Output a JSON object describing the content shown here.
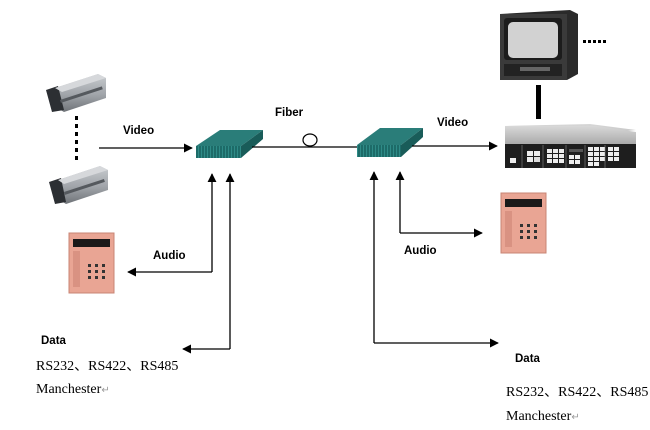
{
  "diagram": {
    "type": "fiber-optic video/audio/data transmission system",
    "nodes": {
      "camera_top": {
        "label": "",
        "icon": "cctv-camera"
      },
      "camera_bottom": {
        "label": "",
        "icon": "cctv-camera"
      },
      "camera_ellipsis": {
        "icon": "vertical-dots"
      },
      "transmitter": {
        "label": "",
        "icon": "fiber-optic-transmitter"
      },
      "receiver": {
        "label": "",
        "icon": "fiber-optic-receiver"
      },
      "monitor": {
        "label": "",
        "icon": "crt-monitor"
      },
      "monitor_ellipsis": {
        "icon": "horizontal-dots"
      },
      "matrix_controller": {
        "label": "",
        "icon": "video-matrix-controller"
      },
      "intercom_left": {
        "label": "",
        "icon": "audio-intercom-panel"
      },
      "intercom_right": {
        "label": "",
        "icon": "audio-intercom-panel"
      },
      "fiber_coil": {
        "icon": "fiber-loop"
      }
    },
    "labels": {
      "video_left": "Video",
      "fiber": "Fiber",
      "video_right": "Video",
      "audio_left": "Audio",
      "audio_right": "Audio",
      "data_left": "Data",
      "data_right": "Data",
      "protocols_left": "RS232、RS422、RS485",
      "manchester_left": "Manchester",
      "protocols_right": "RS232、RS422、RS485",
      "manchester_right": "Manchester",
      "return_mark": "↵"
    },
    "edges": [
      {
        "from": "camera",
        "to": "transmitter",
        "label": "Video",
        "direction": "forward"
      },
      {
        "from": "transmitter",
        "to": "receiver",
        "label": "Fiber",
        "direction": "none"
      },
      {
        "from": "receiver",
        "to": "matrix_controller",
        "label": "Video",
        "direction": "forward"
      },
      {
        "from": "matrix_controller",
        "to": "monitor",
        "label": "",
        "direction": "none"
      },
      {
        "from": "intercom_left",
        "to": "transmitter",
        "label": "Audio",
        "direction": "bidirectional"
      },
      {
        "from": "data_left",
        "to": "transmitter",
        "label": "Data",
        "direction": "bidirectional"
      },
      {
        "from": "receiver",
        "to": "intercom_right",
        "label": "Audio",
        "direction": "bidirectional"
      },
      {
        "from": "receiver",
        "to": "data_right",
        "label": "Data",
        "direction": "bidirectional"
      }
    ],
    "colors": {
      "device_teal": "#1f6f6c",
      "device_teal_top": "#2a8a86",
      "intercom_pink": "#e8a08e",
      "camera_gray": "#a9adb2",
      "line": "#000000"
    }
  }
}
